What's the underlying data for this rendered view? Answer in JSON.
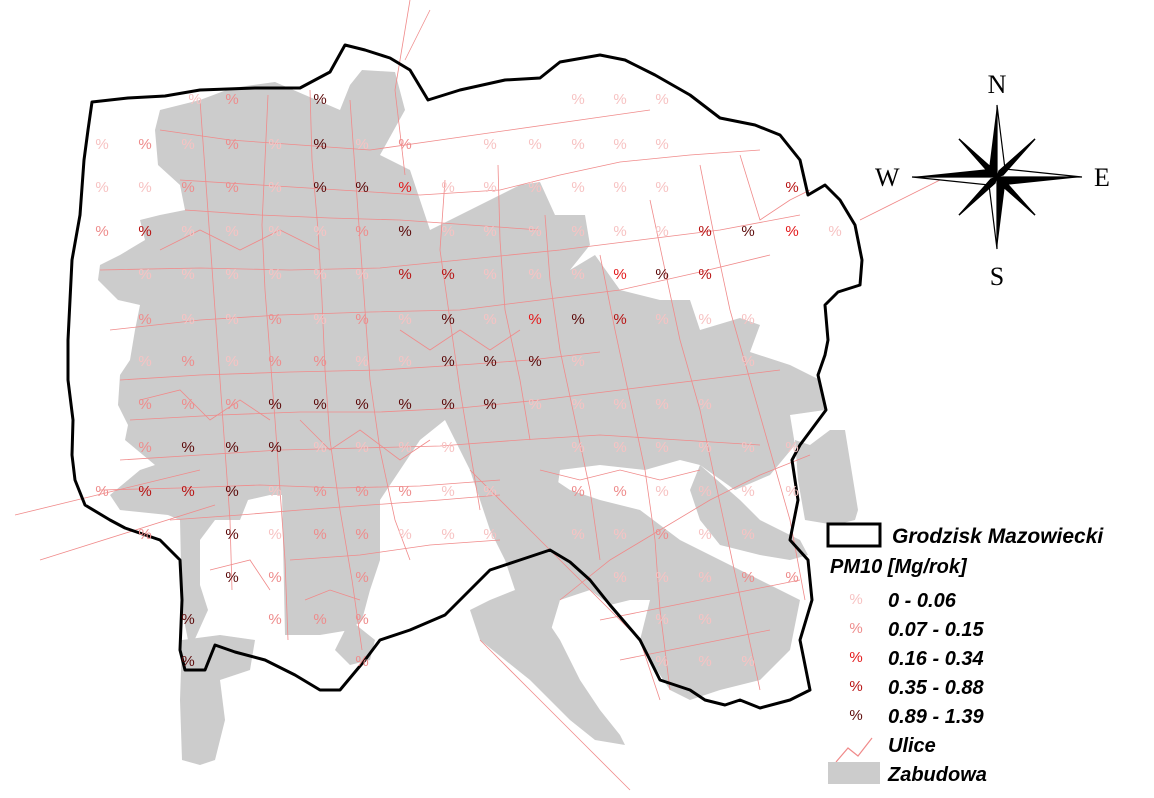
{
  "compass": {
    "north": "N",
    "south": "S",
    "east": "E",
    "west": "W"
  },
  "legend": {
    "boundary_label": "Grodzisk Mazowiecki",
    "title": "PM10 [Mg/rok]",
    "classes": [
      {
        "label": "0 - 0.06",
        "color": "#f7c3c3"
      },
      {
        "label": "0.07 - 0.15",
        "color": "#ee8c8c"
      },
      {
        "label": "0.16 - 0.34",
        "color": "#e31a1c"
      },
      {
        "label": "0.35 - 0.88",
        "color": "#b81414"
      },
      {
        "label": "0.89 - 1.39",
        "color": "#5c0a0a"
      }
    ],
    "streets_label": "Ulice",
    "built_up_label": "Zabudowa",
    "marker_glyph": "%"
  },
  "colors": {
    "boundary": "#000000",
    "built_up": "#cccccc",
    "streets": "#f08a8a"
  },
  "markers": [
    {
      "c": 0,
      "p": [
        195,
        100
      ]
    },
    {
      "c": 1,
      "p": [
        232,
        100
      ]
    },
    {
      "c": 4,
      "p": [
        320,
        100
      ]
    },
    {
      "c": 0,
      "p": [
        578,
        100
      ]
    },
    {
      "c": 0,
      "p": [
        620,
        100
      ]
    },
    {
      "c": 0,
      "p": [
        662,
        100
      ]
    },
    {
      "c": 0,
      "p": [
        102,
        145
      ]
    },
    {
      "c": 1,
      "p": [
        145,
        145
      ]
    },
    {
      "c": 0,
      "p": [
        188,
        145
      ]
    },
    {
      "c": 1,
      "p": [
        232,
        145
      ]
    },
    {
      "c": 0,
      "p": [
        275,
        145
      ]
    },
    {
      "c": 4,
      "p": [
        320,
        145
      ]
    },
    {
      "c": 0,
      "p": [
        362,
        145
      ]
    },
    {
      "c": 1,
      "p": [
        405,
        145
      ]
    },
    {
      "c": 0,
      "p": [
        490,
        145
      ]
    },
    {
      "c": 0,
      "p": [
        535,
        145
      ]
    },
    {
      "c": 0,
      "p": [
        578,
        145
      ]
    },
    {
      "c": 0,
      "p": [
        620,
        145
      ]
    },
    {
      "c": 0,
      "p": [
        662,
        145
      ]
    },
    {
      "c": 0,
      "p": [
        102,
        188
      ]
    },
    {
      "c": 0,
      "p": [
        145,
        188
      ]
    },
    {
      "c": 1,
      "p": [
        188,
        188
      ]
    },
    {
      "c": 1,
      "p": [
        232,
        188
      ]
    },
    {
      "c": 0,
      "p": [
        275,
        188
      ]
    },
    {
      "c": 4,
      "p": [
        320,
        188
      ]
    },
    {
      "c": 4,
      "p": [
        362,
        188
      ]
    },
    {
      "c": 2,
      "p": [
        405,
        188
      ]
    },
    {
      "c": 0,
      "p": [
        448,
        188
      ]
    },
    {
      "c": 0,
      "p": [
        490,
        188
      ]
    },
    {
      "c": 0,
      "p": [
        535,
        188
      ]
    },
    {
      "c": 0,
      "p": [
        578,
        188
      ]
    },
    {
      "c": 0,
      "p": [
        620,
        188
      ]
    },
    {
      "c": 0,
      "p": [
        662,
        188
      ]
    },
    {
      "c": 3,
      "p": [
        792,
        188
      ]
    },
    {
      "c": 1,
      "p": [
        102,
        232
      ]
    },
    {
      "c": 3,
      "p": [
        145,
        232
      ]
    },
    {
      "c": 0,
      "p": [
        188,
        232
      ]
    },
    {
      "c": 0,
      "p": [
        232,
        232
      ]
    },
    {
      "c": 0,
      "p": [
        275,
        232
      ]
    },
    {
      "c": 0,
      "p": [
        320,
        232
      ]
    },
    {
      "c": 1,
      "p": [
        362,
        232
      ]
    },
    {
      "c": 4,
      "p": [
        405,
        232
      ]
    },
    {
      "c": 0,
      "p": [
        448,
        232
      ]
    },
    {
      "c": 0,
      "p": [
        490,
        232
      ]
    },
    {
      "c": 0,
      "p": [
        535,
        232
      ]
    },
    {
      "c": 0,
      "p": [
        578,
        232
      ]
    },
    {
      "c": 0,
      "p": [
        620,
        232
      ]
    },
    {
      "c": 0,
      "p": [
        662,
        232
      ]
    },
    {
      "c": 3,
      "p": [
        705,
        232
      ]
    },
    {
      "c": 4,
      "p": [
        748,
        232
      ]
    },
    {
      "c": 2,
      "p": [
        792,
        232
      ]
    },
    {
      "c": 0,
      "p": [
        835,
        232
      ]
    },
    {
      "c": 0,
      "p": [
        145,
        275
      ]
    },
    {
      "c": 0,
      "p": [
        188,
        275
      ]
    },
    {
      "c": 0,
      "p": [
        232,
        275
      ]
    },
    {
      "c": 0,
      "p": [
        275,
        275
      ]
    },
    {
      "c": 0,
      "p": [
        320,
        275
      ]
    },
    {
      "c": 0,
      "p": [
        362,
        275
      ]
    },
    {
      "c": 3,
      "p": [
        405,
        275
      ]
    },
    {
      "c": 3,
      "p": [
        448,
        275
      ]
    },
    {
      "c": 0,
      "p": [
        490,
        275
      ]
    },
    {
      "c": 0,
      "p": [
        535,
        275
      ]
    },
    {
      "c": 0,
      "p": [
        578,
        275
      ]
    },
    {
      "c": 2,
      "p": [
        620,
        275
      ]
    },
    {
      "c": 4,
      "p": [
        662,
        275
      ]
    },
    {
      "c": 3,
      "p": [
        705,
        275
      ]
    },
    {
      "c": 1,
      "p": [
        145,
        320
      ]
    },
    {
      "c": 0,
      "p": [
        188,
        320
      ]
    },
    {
      "c": 0,
      "p": [
        232,
        320
      ]
    },
    {
      "c": 1,
      "p": [
        275,
        320
      ]
    },
    {
      "c": 0,
      "p": [
        320,
        320
      ]
    },
    {
      "c": 1,
      "p": [
        362,
        320
      ]
    },
    {
      "c": 0,
      "p": [
        405,
        320
      ]
    },
    {
      "c": 4,
      "p": [
        448,
        320
      ]
    },
    {
      "c": 0,
      "p": [
        490,
        320
      ]
    },
    {
      "c": 2,
      "p": [
        535,
        320
      ]
    },
    {
      "c": 4,
      "p": [
        578,
        320
      ]
    },
    {
      "c": 3,
      "p": [
        620,
        320
      ]
    },
    {
      "c": 0,
      "p": [
        662,
        320
      ]
    },
    {
      "c": 0,
      "p": [
        705,
        320
      ]
    },
    {
      "c": 0,
      "p": [
        748,
        320
      ]
    },
    {
      "c": 0,
      "p": [
        145,
        362
      ]
    },
    {
      "c": 1,
      "p": [
        188,
        362
      ]
    },
    {
      "c": 0,
      "p": [
        232,
        362
      ]
    },
    {
      "c": 1,
      "p": [
        275,
        362
      ]
    },
    {
      "c": 1,
      "p": [
        320,
        362
      ]
    },
    {
      "c": 0,
      "p": [
        362,
        362
      ]
    },
    {
      "c": 0,
      "p": [
        405,
        362
      ]
    },
    {
      "c": 4,
      "p": [
        448,
        362
      ]
    },
    {
      "c": 4,
      "p": [
        490,
        362
      ]
    },
    {
      "c": 4,
      "p": [
        535,
        362
      ]
    },
    {
      "c": 0,
      "p": [
        578,
        362
      ]
    },
    {
      "c": 0,
      "p": [
        748,
        362
      ]
    },
    {
      "c": 1,
      "p": [
        145,
        405
      ]
    },
    {
      "c": 1,
      "p": [
        188,
        405
      ]
    },
    {
      "c": 1,
      "p": [
        232,
        405
      ]
    },
    {
      "c": 4,
      "p": [
        275,
        405
      ]
    },
    {
      "c": 4,
      "p": [
        320,
        405
      ]
    },
    {
      "c": 4,
      "p": [
        362,
        405
      ]
    },
    {
      "c": 4,
      "p": [
        405,
        405
      ]
    },
    {
      "c": 4,
      "p": [
        448,
        405
      ]
    },
    {
      "c": 4,
      "p": [
        490,
        405
      ]
    },
    {
      "c": 0,
      "p": [
        535,
        405
      ]
    },
    {
      "c": 0,
      "p": [
        578,
        405
      ]
    },
    {
      "c": 0,
      "p": [
        620,
        405
      ]
    },
    {
      "c": 0,
      "p": [
        662,
        405
      ]
    },
    {
      "c": 0,
      "p": [
        705,
        405
      ]
    },
    {
      "c": 1,
      "p": [
        145,
        448
      ]
    },
    {
      "c": 4,
      "p": [
        188,
        448
      ]
    },
    {
      "c": 4,
      "p": [
        232,
        448
      ]
    },
    {
      "c": 4,
      "p": [
        275,
        448
      ]
    },
    {
      "c": 0,
      "p": [
        320,
        448
      ]
    },
    {
      "c": 0,
      "p": [
        362,
        448
      ]
    },
    {
      "c": 0,
      "p": [
        405,
        448
      ]
    },
    {
      "c": 0,
      "p": [
        448,
        448
      ]
    },
    {
      "c": 0,
      "p": [
        578,
        448
      ]
    },
    {
      "c": 0,
      "p": [
        620,
        448
      ]
    },
    {
      "c": 0,
      "p": [
        662,
        448
      ]
    },
    {
      "c": 0,
      "p": [
        705,
        448
      ]
    },
    {
      "c": 0,
      "p": [
        748,
        448
      ]
    },
    {
      "c": 0,
      "p": [
        792,
        448
      ]
    },
    {
      "c": 1,
      "p": [
        102,
        492
      ]
    },
    {
      "c": 3,
      "p": [
        145,
        492
      ]
    },
    {
      "c": 3,
      "p": [
        188,
        492
      ]
    },
    {
      "c": 4,
      "p": [
        232,
        492
      ]
    },
    {
      "c": 0,
      "p": [
        275,
        492
      ]
    },
    {
      "c": 1,
      "p": [
        320,
        492
      ]
    },
    {
      "c": 1,
      "p": [
        362,
        492
      ]
    },
    {
      "c": 1,
      "p": [
        405,
        492
      ]
    },
    {
      "c": 0,
      "p": [
        448,
        492
      ]
    },
    {
      "c": 0,
      "p": [
        490,
        492
      ]
    },
    {
      "c": 1,
      "p": [
        578,
        492
      ]
    },
    {
      "c": 1,
      "p": [
        620,
        492
      ]
    },
    {
      "c": 0,
      "p": [
        662,
        492
      ]
    },
    {
      "c": 0,
      "p": [
        705,
        492
      ]
    },
    {
      "c": 0,
      "p": [
        748,
        492
      ]
    },
    {
      "c": 0,
      "p": [
        792,
        492
      ]
    },
    {
      "c": 1,
      "p": [
        145,
        535
      ]
    },
    {
      "c": 4,
      "p": [
        232,
        535
      ]
    },
    {
      "c": 0,
      "p": [
        275,
        535
      ]
    },
    {
      "c": 1,
      "p": [
        320,
        535
      ]
    },
    {
      "c": 1,
      "p": [
        362,
        535
      ]
    },
    {
      "c": 0,
      "p": [
        405,
        535
      ]
    },
    {
      "c": 0,
      "p": [
        448,
        535
      ]
    },
    {
      "c": 0,
      "p": [
        490,
        535
      ]
    },
    {
      "c": 0,
      "p": [
        578,
        535
      ]
    },
    {
      "c": 0,
      "p": [
        620,
        535
      ]
    },
    {
      "c": 1,
      "p": [
        662,
        535
      ]
    },
    {
      "c": 0,
      "p": [
        705,
        535
      ]
    },
    {
      "c": 0,
      "p": [
        748,
        535
      ]
    },
    {
      "c": 4,
      "p": [
        232,
        578
      ]
    },
    {
      "c": 1,
      "p": [
        275,
        578
      ]
    },
    {
      "c": 1,
      "p": [
        362,
        578
      ]
    },
    {
      "c": 0,
      "p": [
        620,
        578
      ]
    },
    {
      "c": 0,
      "p": [
        662,
        578
      ]
    },
    {
      "c": 0,
      "p": [
        705,
        578
      ]
    },
    {
      "c": 1,
      "p": [
        748,
        578
      ]
    },
    {
      "c": 1,
      "p": [
        792,
        578
      ]
    },
    {
      "c": 4,
      "p": [
        188,
        620
      ]
    },
    {
      "c": 1,
      "p": [
        275,
        620
      ]
    },
    {
      "c": 1,
      "p": [
        320,
        620
      ]
    },
    {
      "c": 1,
      "p": [
        362,
        620
      ]
    },
    {
      "c": 0,
      "p": [
        662,
        620
      ]
    },
    {
      "c": 0,
      "p": [
        705,
        620
      ]
    },
    {
      "c": 4,
      "p": [
        188,
        662
      ]
    },
    {
      "c": 1,
      "p": [
        362,
        662
      ]
    },
    {
      "c": 0,
      "p": [
        662,
        662
      ]
    },
    {
      "c": 0,
      "p": [
        705,
        662
      ]
    },
    {
      "c": 0,
      "p": [
        748,
        662
      ]
    }
  ]
}
